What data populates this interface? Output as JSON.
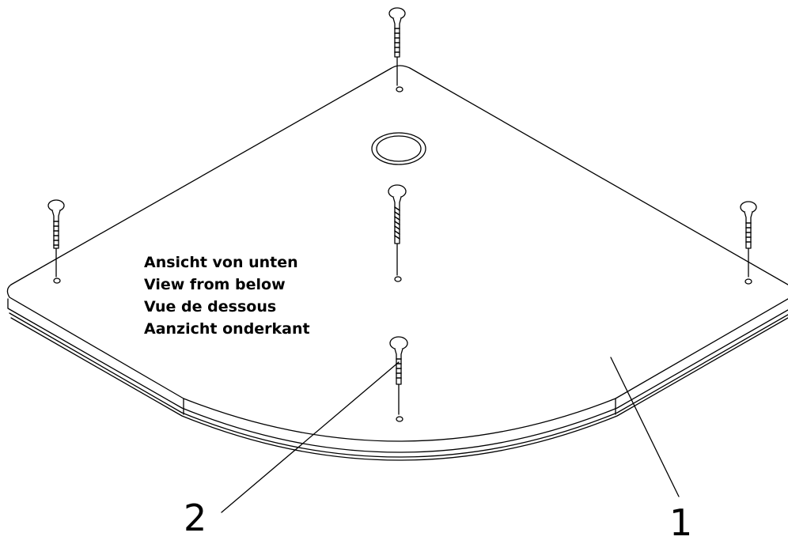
{
  "view_label": {
    "de": "Ansicht von unten",
    "en": "View from below",
    "fr": "Vue de dessous",
    "nl": "Aanzicht onderkant"
  },
  "callouts": {
    "part_1": "1",
    "part_2": "2"
  },
  "colors": {
    "line": "#000000",
    "background": "#ffffff"
  }
}
